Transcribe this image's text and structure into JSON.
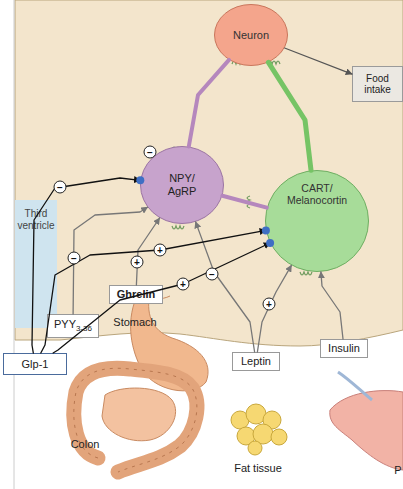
{
  "diagram": {
    "nodes": [
      {
        "text": [
          "Neuron"
        ]
      },
      {
        "text": [
          "NPY/ AgRP"
        ]
      },
      {
        "text": [
          "CART/ Melanocortin"
        ]
      },
      {
        "text": [
          "Food intake"
        ]
      },
      {
        "text": [
          "Third ventricle"
        ]
      },
      {
        "text": [
          "Ghrelin"
        ]
      },
      {
        "text": [
          "PYY",
          "3-36"
        ]
      },
      {
        "text": [
          "Glp-1"
        ]
      },
      {
        "text": [
          "Leptin"
        ]
      },
      {
        "text": [
          "Insulin"
        ]
      }
    ],
    "edges": [
      {
        "from": 5,
        "to": 1,
        "arrow": "to",
        "label": "+"
      },
      {
        "from": 6,
        "to": 1,
        "arrow": "to",
        "label": "−"
      },
      {
        "from": 8,
        "to": 1,
        "arrow": "to",
        "label": "−"
      },
      {
        "from": 8,
        "to": 2,
        "arrow": "to",
        "label": "+"
      },
      {
        "from": 9,
        "to": 2,
        "arrow": "to"
      },
      {
        "from": 7,
        "to": 1,
        "arrow": "to",
        "label": "−"
      },
      {
        "from": 7,
        "to": 2,
        "arrow": "to",
        "label": "+"
      },
      {
        "from": 7,
        "to": 2,
        "arrow": "to",
        "label": "+"
      },
      {
        "from": 1,
        "to": 0,
        "arrow": "none"
      },
      {
        "from": 2,
        "to": 0,
        "arrow": "none"
      },
      {
        "from": 1,
        "to": 2,
        "arrow": "none"
      },
      {
        "from": 0,
        "to": 3,
        "arrow": "to"
      }
    ],
    "labels": [
      "−",
      "Stomach",
      "Colon",
      "Fat tissue",
      "P"
    ]
  }
}
